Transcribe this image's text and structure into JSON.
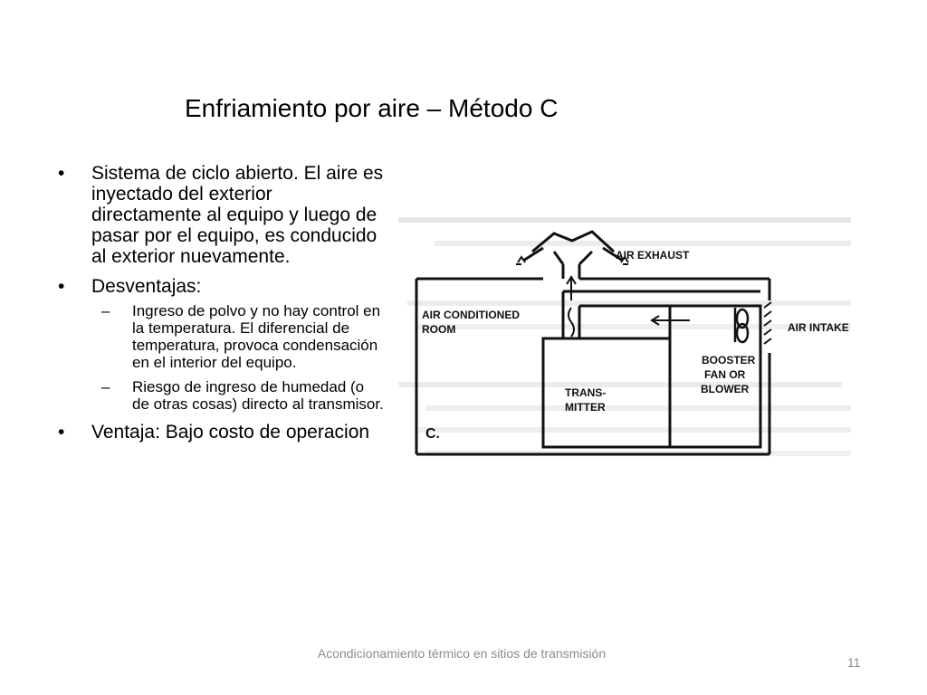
{
  "slide": {
    "title": "Enfriamiento por aire – Método C",
    "bullets": [
      {
        "text": "Sistema de ciclo abierto. El aire es inyectado del exterior directamente al equipo y luego de pasar por el equipo, es conducido al exterior nuevamente."
      },
      {
        "text": "Desventajas:"
      },
      {
        "text": "Ventaja: Bajo costo de operacion"
      }
    ],
    "subbullets": [
      "Ingreso de polvo y no hay control en la temperatura. El diferencial de temperatura, provoca condensación en el interior del equipo.",
      "Riesgo de ingreso de humedad (o de otras cosas) directo al transmisor."
    ],
    "bullet_symbol": "•",
    "dash_symbol": "–"
  },
  "figure": {
    "labels": {
      "air_exhaust": "AIR EXHAUST",
      "air_conditioned_1": "AIR CONDITIONED",
      "air_conditioned_2": "ROOM",
      "air_intake": "AIR INTAKE",
      "booster_1": "BOOSTER",
      "booster_2": "FAN OR",
      "booster_3": "BLOWER",
      "trans_1": "TRANS-",
      "trans_2": "MITTER",
      "fig_letter": "C."
    }
  },
  "footer": {
    "text": "Acondicionamiento térmico en sitios de transmisión",
    "page": "11"
  }
}
